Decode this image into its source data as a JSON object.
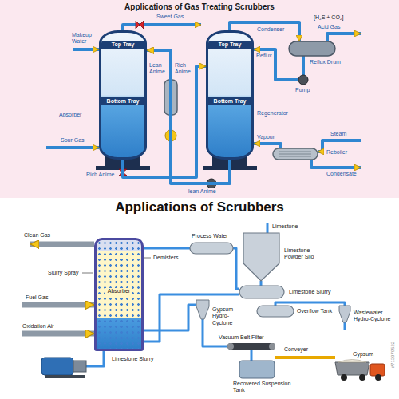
{
  "diagram": {
    "title": "Applications of Gas Treating Scrubbers",
    "nodes": [
      {
        "text": [
          "Top Tray",
          "Bottom Tray"
        ]
      },
      {
        "text": [
          "Top Tray",
          "Bottom Tray"
        ]
      },
      {
        "text": [
          "Absorber"
        ]
      }
    ],
    "edges": [
      {
        "from": 0,
        "to": 1,
        "arrow": "to"
      },
      {
        "from": 1,
        "to": 0,
        "arrow": "to"
      }
    ],
    "labels": [
      "Makeup Water",
      "Sweet Gas",
      "Lean Anime",
      "Rich Anime",
      "Condenser",
      "[H₂S + CO₂]",
      "Acid Gas",
      "Reflux",
      "Reflux Drum",
      "Pump",
      "Absorber",
      "Regenerator",
      "Sour Gas",
      "Vapour",
      "Steam",
      "Reboiler",
      "Condensate",
      "Rich Anime",
      "lean Anime",
      "Applications of Scrubbers",
      "Clean Gas",
      "Process Water",
      "Limestone",
      "Limestone Powder Silo",
      "Demisters",
      "Slurry Spray",
      "Limestone Slurry",
      "Gypsum Hydro-Cyclone",
      "Overflow Tank",
      "Wastewater Hydro-Cyclone",
      "Fuel Gas",
      "Oxidation Air",
      "Vacuum Belt Filter",
      "Conveyer",
      "Gypsum",
      "Limestone Slurry",
      "Recovered Suspension Tank",
      "#713979522"
    ]
  }
}
